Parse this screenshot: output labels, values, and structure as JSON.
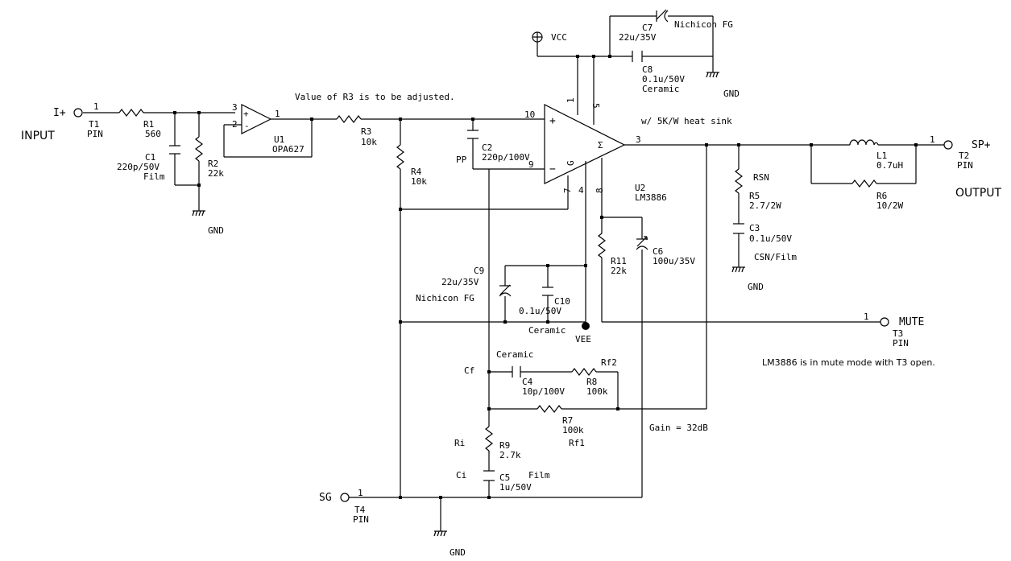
{
  "terminals": {
    "t1": {
      "label": "I+",
      "ref": "T1",
      "type": "PIN",
      "pin": "1",
      "side_label": "INPUT"
    },
    "t2": {
      "label": "SP+",
      "ref": "T2",
      "type": "PIN",
      "pin": "1",
      "side_label": "OUTPUT"
    },
    "t3": {
      "label": "MUTE",
      "ref": "T3",
      "type": "PIN",
      "pin": "1"
    },
    "t4": {
      "label": "SG",
      "ref": "T4",
      "type": "PIN",
      "pin": "1"
    }
  },
  "power": {
    "vcc": "VCC",
    "vee": "VEE",
    "gnd": "GND"
  },
  "components": {
    "r1": {
      "ref": "R1",
      "value": "560"
    },
    "r2": {
      "ref": "R2",
      "value": "22k"
    },
    "r3": {
      "ref": "R3",
      "value": "10k"
    },
    "r4": {
      "ref": "R4",
      "value": "10k"
    },
    "r5": {
      "ref": "R5",
      "value": "2.7/2W",
      "role": "RSN"
    },
    "r6": {
      "ref": "R6",
      "value": "10/2W"
    },
    "r7": {
      "ref": "R7",
      "value": "100k",
      "role": "Rf1"
    },
    "r8": {
      "ref": "R8",
      "value": "100k",
      "role": "Rf2"
    },
    "r9": {
      "ref": "R9",
      "value": "2.7k",
      "role": "Ri"
    },
    "r11": {
      "ref": "R11",
      "value": "22k"
    },
    "c1": {
      "ref": "C1",
      "value": "220p/50V",
      "note": "Film"
    },
    "c2": {
      "ref": "C2",
      "value": "220p/100V",
      "note": "PP"
    },
    "c3": {
      "ref": "C3",
      "value": "0.1u/50V",
      "note": "CSN/Film"
    },
    "c4": {
      "ref": "C4",
      "value": "10p/100V",
      "note": "Ceramic",
      "role": "Cf"
    },
    "c5": {
      "ref": "C5",
      "value": "1u/50V",
      "note": "Film",
      "role": "Ci"
    },
    "c6": {
      "ref": "C6",
      "value": "100u/35V"
    },
    "c7": {
      "ref": "C7",
      "value": "22u/35V",
      "note": "Nichicon FG"
    },
    "c8": {
      "ref": "C8",
      "value": "0.1u/50V",
      "note": "Ceramic"
    },
    "c9": {
      "ref": "C9",
      "value": "22u/35V",
      "note": "Nichicon FG"
    },
    "c10": {
      "ref": "C10",
      "value": "0.1u/50V",
      "note": "Ceramic"
    },
    "l1": {
      "ref": "L1",
      "value": "0.7uH"
    },
    "u1": {
      "ref": "U1",
      "value": "OPA627",
      "pins": {
        "p3": "3",
        "p2": "2",
        "p1": "1",
        "plus": "+",
        "minus": "-"
      }
    },
    "u2": {
      "ref": "U2",
      "value": "LM3886",
      "pins": {
        "p10": "10",
        "p9": "9",
        "p1": "1",
        "p5": "5",
        "p3": "3",
        "p7": "7",
        "p4": "4",
        "p8": "8",
        "sigma": "Σ",
        "g": "G",
        "plus": "+",
        "minus": "−"
      }
    }
  },
  "notes": {
    "r3_adjust": "Value of R3 is to be adjusted.",
    "heat_sink": "w/ 5K/W heat sink",
    "mute_note": "LM3886 is in mute mode with T3 open.",
    "gain": "Gain = 32dB"
  }
}
